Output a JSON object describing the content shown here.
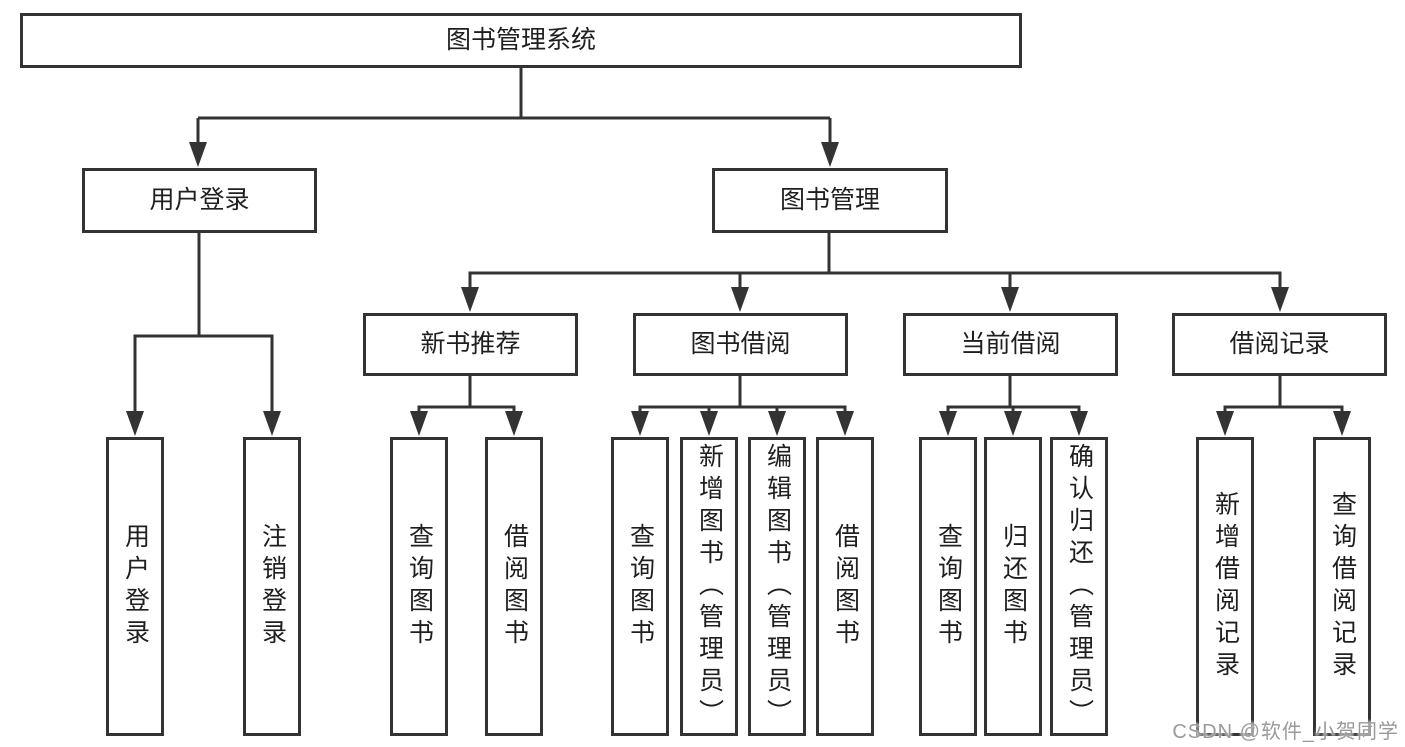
{
  "colors": {
    "line": "#333333",
    "box_border": "#333333",
    "box_fill": "#ffffff",
    "text": "#1f1f1f",
    "background": "#ffffff",
    "watermark": "#9a9a9a"
  },
  "tree": {
    "label": "图书管理系统",
    "children": [
      {
        "label": "用户登录",
        "children": [
          {
            "label": "用户登录"
          },
          {
            "label": "注销登录"
          }
        ]
      },
      {
        "label": "图书管理",
        "children": [
          {
            "label": "新书推荐",
            "children": [
              {
                "label": "查询图书"
              },
              {
                "label": "借阅图书"
              }
            ]
          },
          {
            "label": "图书借阅",
            "children": [
              {
                "label": "查询图书"
              },
              {
                "label": "新增图书（管理员）"
              },
              {
                "label": "编辑图书（管理员）"
              },
              {
                "label": "借阅图书"
              }
            ]
          },
          {
            "label": "当前借阅",
            "children": [
              {
                "label": "查询图书"
              },
              {
                "label": "归还图书"
              },
              {
                "label": "确认归还（管理员）"
              }
            ]
          },
          {
            "label": "借阅记录",
            "children": [
              {
                "label": "新增借阅记录"
              },
              {
                "label": "查询借阅记录"
              }
            ]
          }
        ]
      }
    ]
  },
  "watermark": {
    "text": "CSDN @软件_小贺同学"
  }
}
